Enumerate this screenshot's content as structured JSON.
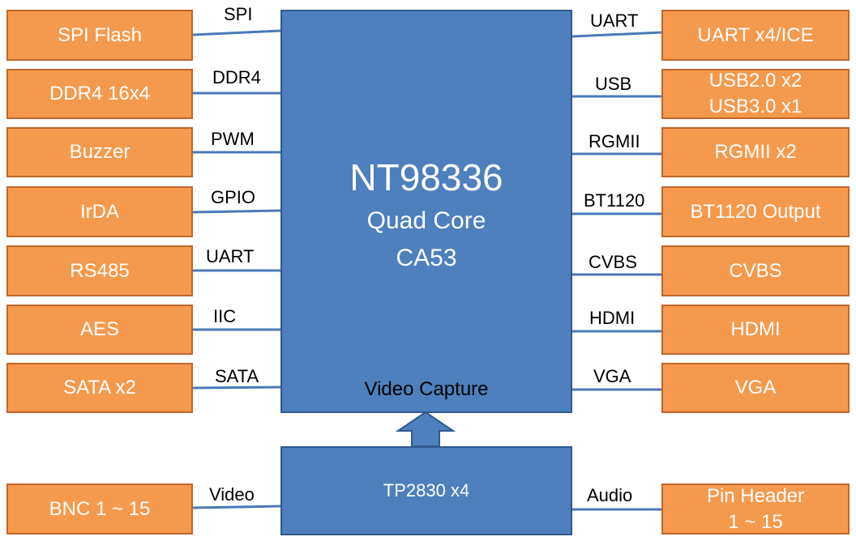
{
  "chip": {
    "name": "NT98336",
    "line1": "Quad Core",
    "line2": "CA53",
    "capture_label": "Video Capture"
  },
  "decoder": {
    "name": "TP2830 x4"
  },
  "left": [
    {
      "label": "SPI Flash",
      "bus": "SPI"
    },
    {
      "label": "DDR4 16x4",
      "bus": "DDR4"
    },
    {
      "label": "Buzzer",
      "bus": "PWM"
    },
    {
      "label": "IrDA",
      "bus": "GPIO"
    },
    {
      "label": "RS485",
      "bus": "UART"
    },
    {
      "label": "AES",
      "bus": "IIC"
    },
    {
      "label": "SATA x2",
      "bus": "SATA"
    }
  ],
  "right": [
    {
      "line1": "UART x4/ICE",
      "line2": "",
      "bus": "UART"
    },
    {
      "line1": "USB2.0 x2",
      "line2": "USB3.0 x1",
      "bus": "USB"
    },
    {
      "line1": "RGMII x2",
      "line2": "",
      "bus": "RGMII"
    },
    {
      "line1": "BT1120 Output",
      "line2": "",
      "bus": "BT1120"
    },
    {
      "line1": "CVBS",
      "line2": "",
      "bus": "CVBS"
    },
    {
      "line1": "HDMI",
      "line2": "",
      "bus": "HDMI"
    },
    {
      "line1": "VGA",
      "line2": "",
      "bus": "VGA"
    }
  ],
  "bottom_left": {
    "label": "BNC 1 ~ 15",
    "bus": "Video"
  },
  "bottom_right": {
    "line1": "Pin Header",
    "line2": "1 ~ 15",
    "bus": "Audio"
  },
  "colors": {
    "peripheral_fill": "#f59a4c",
    "chip_fill": "#4d80bd",
    "connector": "#4a7ab8"
  }
}
